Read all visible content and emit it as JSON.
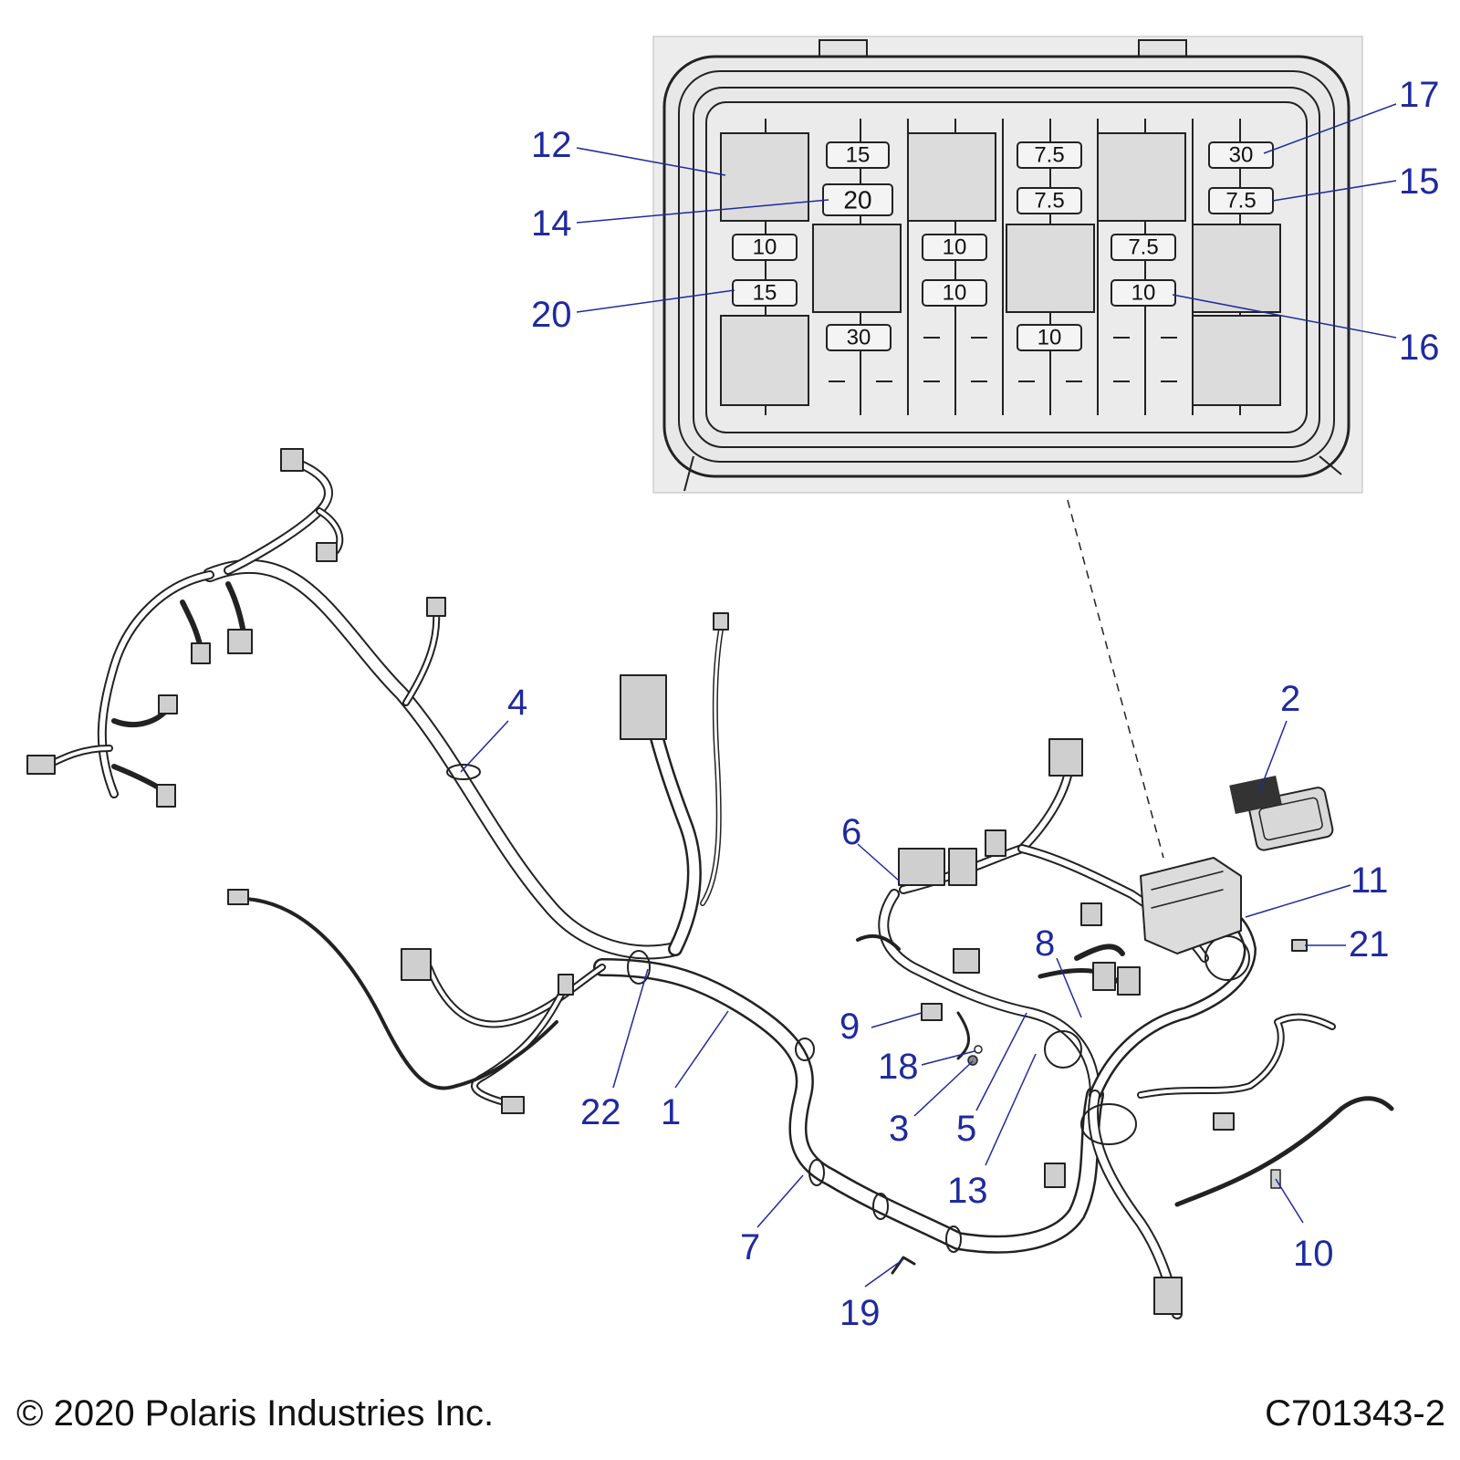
{
  "fuse_box": {
    "fuse_ratings": [
      {
        "id": "f-15-top",
        "label": "15"
      },
      {
        "id": "f-20",
        "label": "20"
      },
      {
        "id": "f-10-a",
        "label": "10"
      },
      {
        "id": "f-15-b",
        "label": "15"
      },
      {
        "id": "f-30-a",
        "label": "30"
      },
      {
        "id": "f-10-b",
        "label": "10"
      },
      {
        "id": "f-10-c",
        "label": "10"
      },
      {
        "id": "f-75-a",
        "label": "7.5"
      },
      {
        "id": "f-75-b",
        "label": "7.5"
      },
      {
        "id": "f-10-d",
        "label": "10"
      },
      {
        "id": "f-75-c",
        "label": "7.5"
      },
      {
        "id": "f-10-e",
        "label": "10"
      },
      {
        "id": "f-30-b",
        "label": "30"
      },
      {
        "id": "f-75-d",
        "label": "7.5"
      }
    ]
  },
  "callouts": [
    {
      "id": "c12",
      "label": "12"
    },
    {
      "id": "c14",
      "label": "14"
    },
    {
      "id": "c20",
      "label": "20"
    },
    {
      "id": "c17",
      "label": "17"
    },
    {
      "id": "c15",
      "label": "15"
    },
    {
      "id": "c16",
      "label": "16"
    },
    {
      "id": "c4",
      "label": "4"
    },
    {
      "id": "c2",
      "label": "2"
    },
    {
      "id": "c6",
      "label": "6"
    },
    {
      "id": "c11",
      "label": "11"
    },
    {
      "id": "c8",
      "label": "8"
    },
    {
      "id": "c21",
      "label": "21"
    },
    {
      "id": "c9",
      "label": "9"
    },
    {
      "id": "c18",
      "label": "18"
    },
    {
      "id": "c3",
      "label": "3"
    },
    {
      "id": "c5",
      "label": "5"
    },
    {
      "id": "c13",
      "label": "13"
    },
    {
      "id": "c22",
      "label": "22"
    },
    {
      "id": "c1",
      "label": "1"
    },
    {
      "id": "c7",
      "label": "7"
    },
    {
      "id": "c10",
      "label": "10"
    },
    {
      "id": "c19",
      "label": "19"
    }
  ],
  "footer": {
    "copyright": "© 2020 Polaris Industries Inc.",
    "drawing_code": "C701343-2"
  }
}
